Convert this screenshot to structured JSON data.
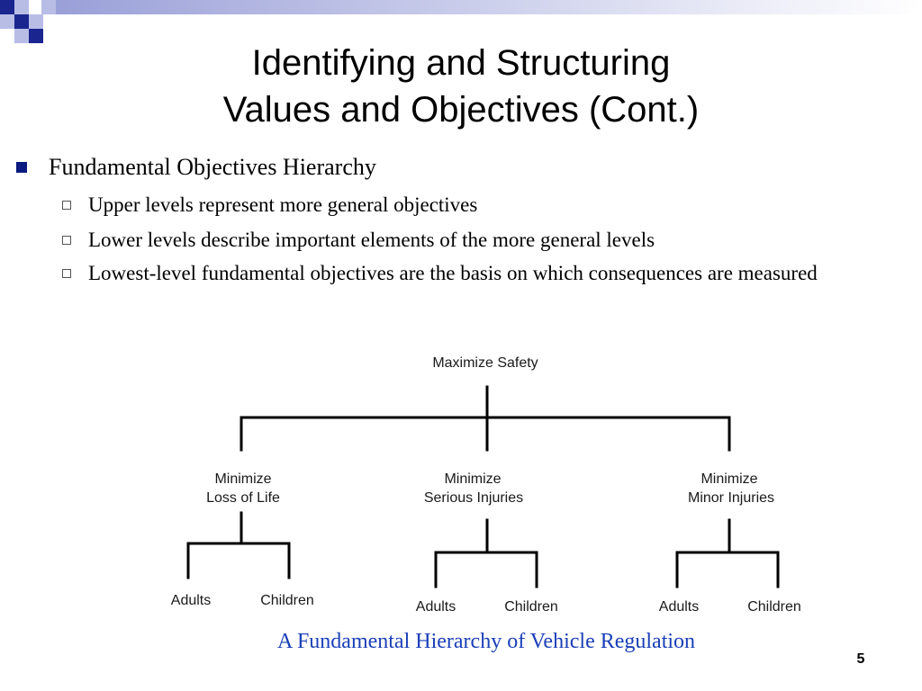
{
  "slide": {
    "title_line1": "Identifying and Structuring",
    "title_line2": "Values and Objectives (Cont.)",
    "bullet": {
      "text": "Fundamental Objectives Hierarchy",
      "subs": [
        "Upper levels represent more general objectives",
        "Lower levels describe important elements of the more general levels",
        "Lowest-level fundamental objectives are the basis on which consequences are measured"
      ]
    },
    "caption": "A Fundamental Hierarchy of Vehicle Regulation",
    "page_number": "5",
    "colors": {
      "accent": "#0b1a80",
      "caption": "#1a3fb8"
    }
  },
  "hierarchy": {
    "root": "Maximize Safety",
    "children": [
      {
        "label_line1": "Minimize",
        "label_line2": "Loss of Life",
        "leaves": [
          "Adults",
          "Children"
        ]
      },
      {
        "label_line1": "Minimize",
        "label_line2": "Serious Injuries",
        "leaves": [
          "Adults",
          "Children"
        ]
      },
      {
        "label_line1": "Minimize",
        "label_line2": "Minor Injuries",
        "leaves": [
          "Adults",
          "Children"
        ]
      }
    ]
  }
}
